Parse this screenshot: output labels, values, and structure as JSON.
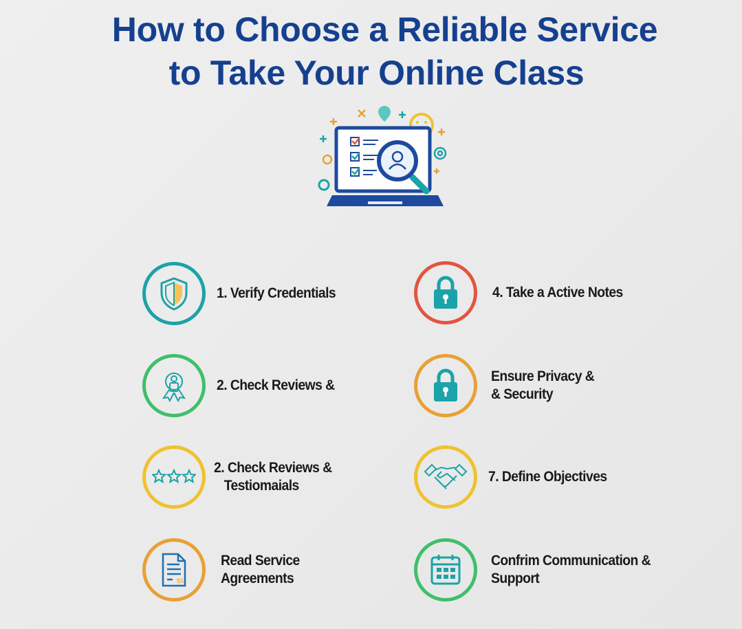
{
  "title": {
    "line1": "How to Choose a Reliable Service",
    "line2": "to Take Your Online Class"
  },
  "colors": {
    "title": "#16408f",
    "teal": "#1aa3a8",
    "green": "#3fbf6a",
    "red": "#e2553f",
    "orange": "#e9a034",
    "yellow": "#efc22e"
  },
  "items": [
    {
      "icon": "shield-icon",
      "ring": "#1aa3a8",
      "line1": "1. Verify Credentials",
      "line2": ""
    },
    {
      "icon": "badge-icon",
      "ring": "#3fbf6a",
      "line1": "2. Check Reviews &",
      "line2": ""
    },
    {
      "icon": "stars-icon",
      "ring": "#efc22e",
      "line1": "2. Check Reviews &",
      "line2": "Testiomaials"
    },
    {
      "icon": "document-icon",
      "ring": "#e9a034",
      "line1": "Read Service",
      "line2": "Agreements"
    },
    {
      "icon": "lock-icon",
      "ring": "#e2553f",
      "line1": "4. Take a Active Notes",
      "line2": ""
    },
    {
      "icon": "lock-icon",
      "ring": "#e9a034",
      "line1": "Ensure Privacy &",
      "line2": "& Security"
    },
    {
      "icon": "handshake-icon",
      "ring": "#efc22e",
      "line1": "7. Define Objectives",
      "line2": ""
    },
    {
      "icon": "calendar-icon",
      "ring": "#3fbf6a",
      "line1": "Confrim Communication &",
      "line2": "Support"
    }
  ]
}
